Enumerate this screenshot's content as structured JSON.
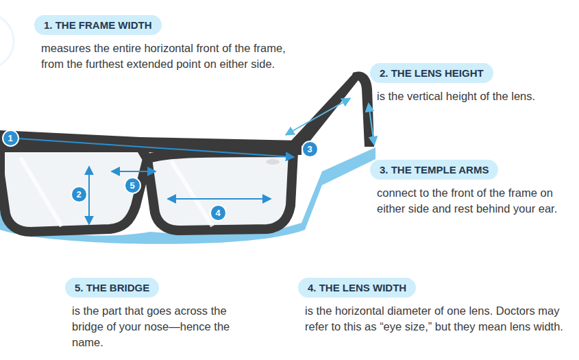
{
  "diagram": {
    "nodes": [
      {
        "text": [
          "1. THE FRAME WIDTH",
          "measures the entire horizontal front of the frame, from the furthest extended point on either side."
        ]
      },
      {
        "text": [
          "2. THE LENS HEIGHT",
          "is the vertical height of the lens."
        ]
      },
      {
        "text": [
          "3. THE TEMPLE ARMS",
          "connect to the front of the frame on either side and rest behind your ear."
        ]
      },
      {
        "text": [
          "5. THE BRIDGE",
          "is the part that goes across the bridge of your nose—hence the name."
        ]
      },
      {
        "text": [
          "4. THE LENS WIDTH",
          "is the horizontal diameter of one lens. Doctors may refer to this as “eye size,” but they mean lens width."
        ]
      },
      {
        "text": [
          "1"
        ]
      },
      {
        "text": [
          "3"
        ]
      },
      {
        "text": [
          "5"
        ]
      },
      {
        "text": [
          "2"
        ]
      },
      {
        "text": [
          "4"
        ]
      }
    ]
  }
}
